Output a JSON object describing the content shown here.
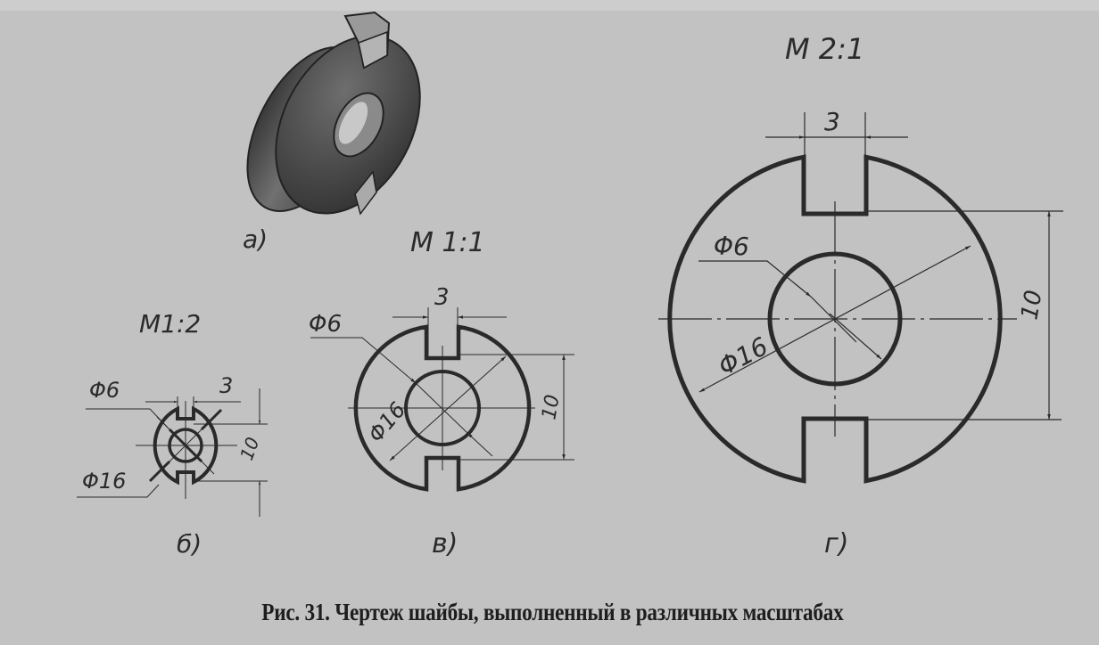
{
  "figure": {
    "caption": "Рис. 31. Чертеж шайбы, выполненный в различных масштабах",
    "views": [
      {
        "id": "a",
        "label": "а)",
        "type": "isometric-3d-view"
      },
      {
        "id": "b",
        "label": "б)",
        "scale": "M1:2",
        "dims": {
          "slot_width": "3",
          "inner_diameter": "Φ6",
          "outer_diameter": "Φ16",
          "slot_distance": "10"
        }
      },
      {
        "id": "v",
        "label": "в)",
        "scale": "M 1:1",
        "dims": {
          "slot_width": "3",
          "inner_diameter": "Φ6",
          "outer_diameter": "Φ16",
          "slot_distance": "10"
        }
      },
      {
        "id": "g",
        "label": "г)",
        "scale": "M 2:1",
        "dims": {
          "slot_width": "3",
          "inner_diameter": "Φ6",
          "outer_diameter": "Φ16",
          "slot_distance": "10"
        }
      }
    ]
  },
  "colors": {
    "paper": "#c2c2c2",
    "ink": "#2a2a2a"
  }
}
